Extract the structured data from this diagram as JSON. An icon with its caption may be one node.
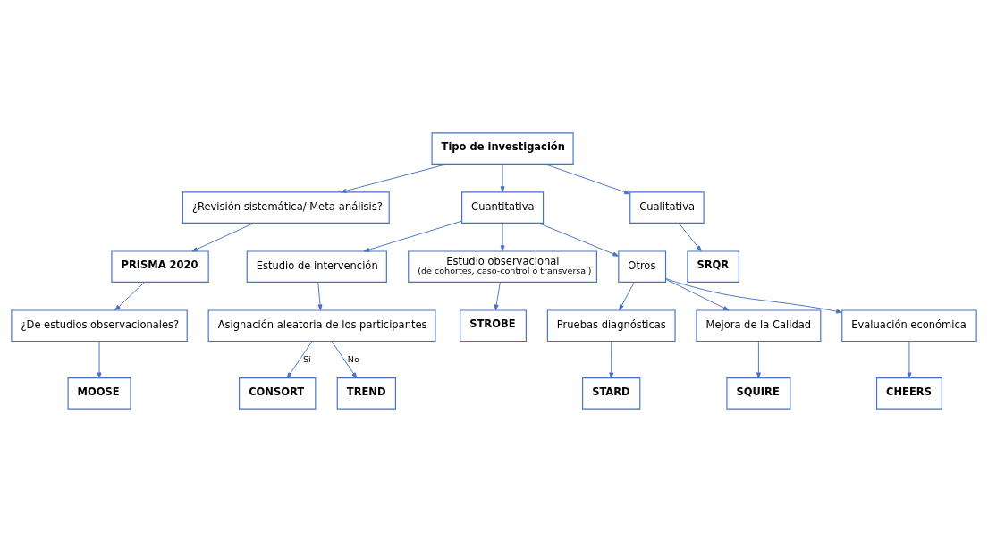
{
  "diagram": {
    "nodes": [
      {
        "text": [
          "Tipo de investigación"
        ]
      },
      {
        "text": [
          "¿Revisión sistemática/ Meta-análisis?"
        ]
      },
      {
        "text": [
          "Cuantitativa"
        ]
      },
      {
        "text": [
          "Cualitativa"
        ]
      },
      {
        "text": [
          "PRISMA 2020"
        ]
      },
      {
        "text": [
          "Estudio de intervención"
        ]
      },
      {
        "text": [
          "Estudio observacional",
          "(de cohortes, caso-control o transversal)"
        ]
      },
      {
        "text": [
          "Otros"
        ]
      },
      {
        "text": [
          "SRQR"
        ]
      },
      {
        "text": [
          "¿De estudios observacionales?"
        ]
      },
      {
        "text": [
          "Asignación aleatoria de los participantes"
        ]
      },
      {
        "text": [
          "STROBE"
        ]
      },
      {
        "text": [
          "MOOSE"
        ]
      },
      {
        "text": [
          "CONSORT"
        ]
      },
      {
        "text": [
          "TREND"
        ]
      },
      {
        "text": [
          "Pruebas diagnósticas"
        ]
      },
      {
        "text": [
          "Mejora de la Calidad"
        ]
      },
      {
        "text": [
          "Evaluación económica"
        ]
      },
      {
        "text": [
          "STARD"
        ]
      },
      {
        "text": [
          "SQUIRE"
        ]
      },
      {
        "text": [
          "CHEERS"
        ]
      }
    ],
    "edges": [
      {
        "from": 0,
        "to": 1,
        "arrow": "to"
      },
      {
        "from": 0,
        "to": 2,
        "arrow": "to"
      },
      {
        "from": 0,
        "to": 3,
        "arrow": "to"
      },
      {
        "from": 1,
        "to": 4,
        "arrow": "to"
      },
      {
        "from": 2,
        "to": 5,
        "arrow": "to"
      },
      {
        "from": 2,
        "to": 6,
        "arrow": "to"
      },
      {
        "from": 2,
        "to": 7,
        "arrow": "to"
      },
      {
        "from": 3,
        "to": 8,
        "arrow": "to"
      },
      {
        "from": 4,
        "to": 9,
        "arrow": "to"
      },
      {
        "from": 5,
        "to": 10,
        "arrow": "to"
      },
      {
        "from": 6,
        "to": 11,
        "arrow": "to"
      },
      {
        "from": 9,
        "to": 12,
        "arrow": "to"
      },
      {
        "from": 10,
        "to": 13,
        "label": "Sí",
        "arrow": "to"
      },
      {
        "from": 10,
        "to": 14,
        "label": "No",
        "arrow": "to"
      },
      {
        "from": 7,
        "to": 15,
        "arrow": "to"
      },
      {
        "from": 7,
        "to": 16,
        "arrow": "to"
      },
      {
        "from": 7,
        "to": 17,
        "arrow": "to"
      },
      {
        "from": 15,
        "to": 18,
        "arrow": "to"
      },
      {
        "from": 16,
        "to": 19,
        "arrow": "to"
      },
      {
        "from": 17,
        "to": 20,
        "arrow": "to"
      }
    ]
  }
}
